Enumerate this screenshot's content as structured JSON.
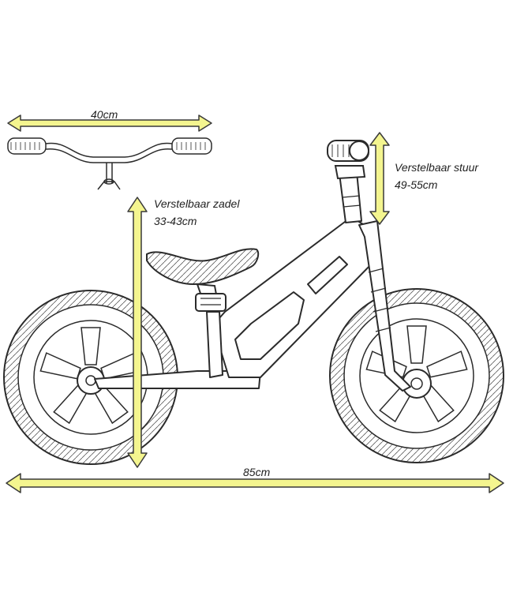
{
  "dimensions": {
    "handlebar_width": "40cm",
    "total_length": "85cm",
    "saddle": {
      "title": "Verstelbaar zadel",
      "range": "33-43cm"
    },
    "handlebar_height": {
      "title": "Verstelbaar stuur",
      "range": "49-55cm"
    }
  },
  "colors": {
    "arrow_fill": "#f4f58f",
    "arrow_stroke": "#3a3a3a",
    "line_art": "#2b2b2b"
  }
}
